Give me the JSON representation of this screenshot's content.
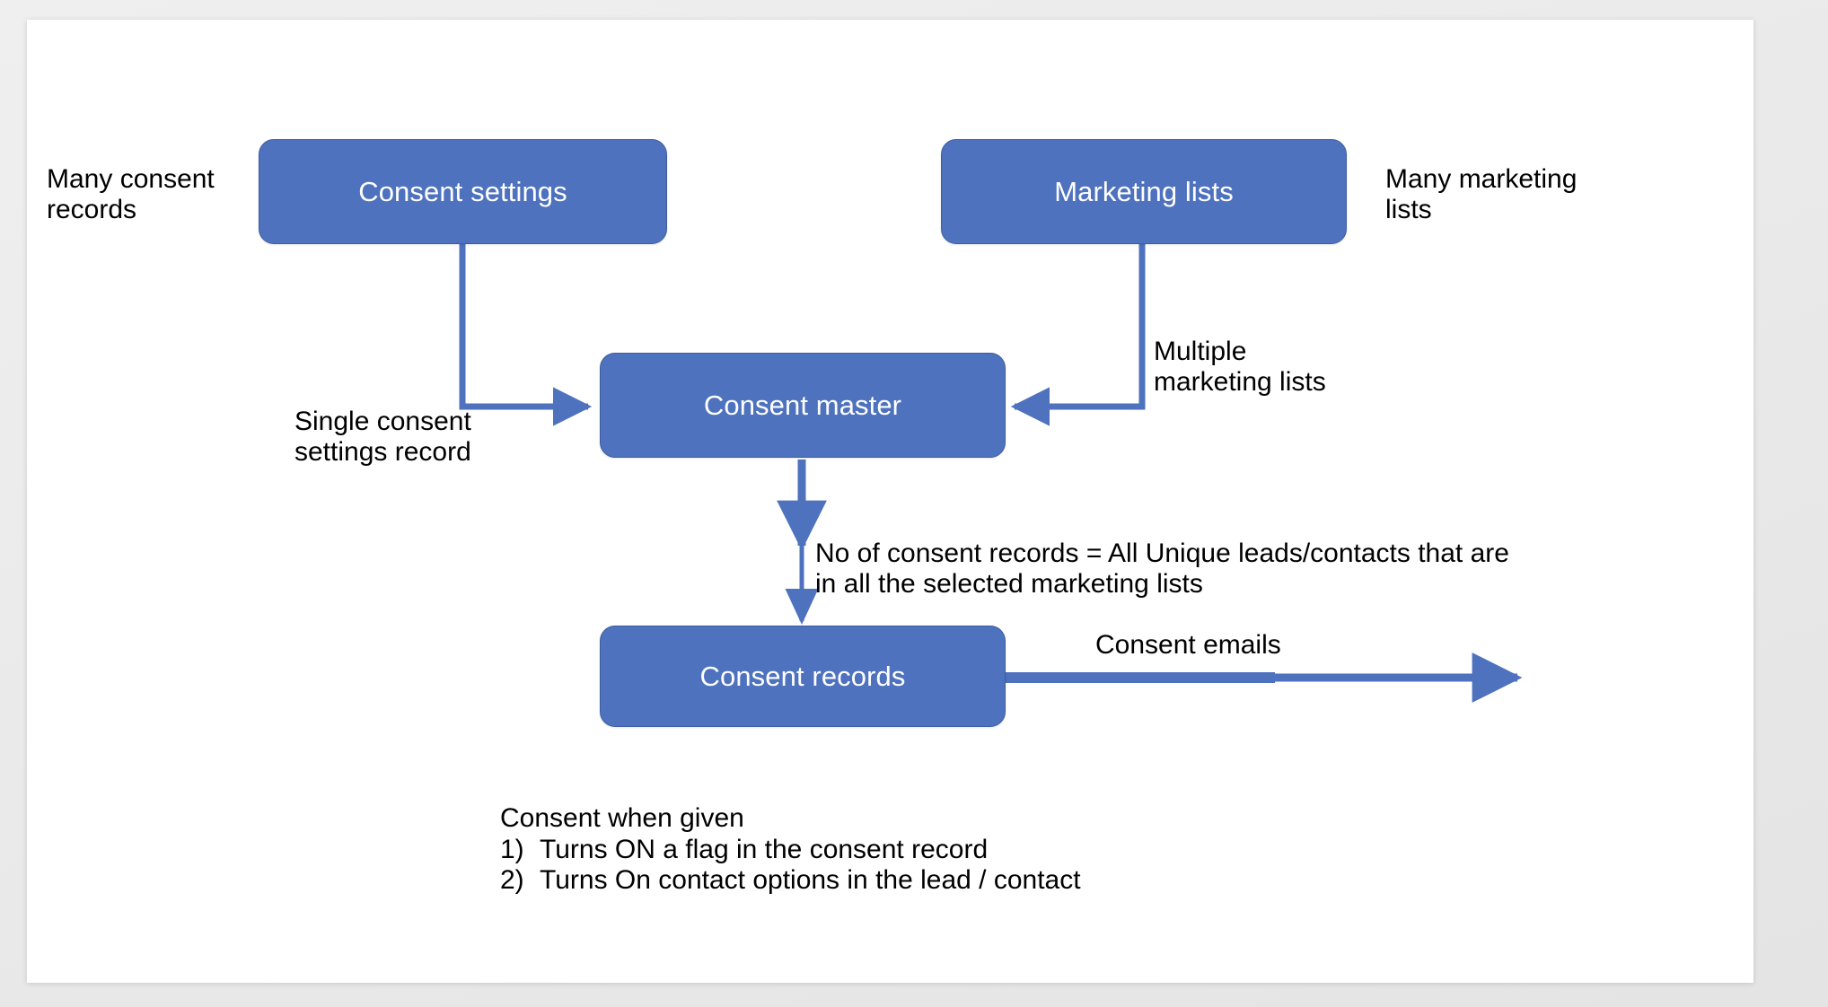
{
  "slide": {
    "background_color": "#ececec",
    "canvas_color": "#ffffff",
    "node_fill": "#4e72be",
    "node_border": "#3f5d9e",
    "connector_color": "#4e72be",
    "text_color": "#000000",
    "node_text_color": "#ffffff"
  },
  "nodes": {
    "consent_settings": {
      "label": "Consent settings"
    },
    "marketing_lists": {
      "label": "Marketing lists"
    },
    "consent_master": {
      "label": "Consent master"
    },
    "consent_records": {
      "label": "Consent records"
    }
  },
  "annotations": {
    "many_consent_records": "Many consent\nrecords",
    "many_marketing_lists": "Many marketing\nlists",
    "single_consent_settings_record": "Single consent\nsettings record",
    "multiple_marketing_lists": "Multiple\nmarketing lists",
    "consent_records_count": "No of consent records = All Unique leads/contacts that are\nin all the selected marketing lists",
    "consent_emails": "Consent emails"
  },
  "notes": {
    "heading": "Consent when given",
    "items": [
      {
        "number": "1)",
        "text": "Turns ON a flag in the consent record"
      },
      {
        "number": "2)",
        "text": "Turns On contact options in the lead / contact"
      }
    ]
  }
}
